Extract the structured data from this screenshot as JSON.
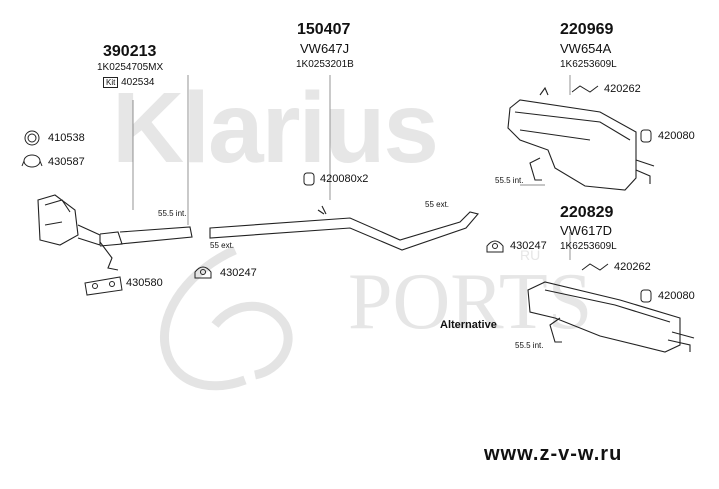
{
  "watermark": {
    "brand": "Klarius",
    "ports_text": "PORTS",
    "ru_text": "RU"
  },
  "assemblies": [
    {
      "number": "390213",
      "oem": "1K0254705MX",
      "kit_label": "Kit",
      "kit_number": "402534"
    },
    {
      "number": "150407",
      "code": "VW647J",
      "oem": "1K0253201B"
    },
    {
      "number": "220969",
      "code": "VW654A",
      "oem": "1K6253609L"
    },
    {
      "number": "220829",
      "code": "VW617D",
      "oem": "1K6253609L"
    }
  ],
  "parts": {
    "ring_410538": "410538",
    "clamp_430587": "430587",
    "gasket_430580": "430580",
    "mount_430247_a": "430247",
    "mount_430247_b": "430247",
    "clamp_420080x2": "420080x2",
    "hanger_420262_a": "420262",
    "hanger_420262_b": "420262",
    "clamp_420080_a": "420080",
    "clamp_420080_b": "420080"
  },
  "dimensions": {
    "d1": "55.5 int.",
    "d2": "55 ext.",
    "d3": "55 ext.",
    "d4": "55.5 int.",
    "d5": "55.5 int."
  },
  "alternative_label": "Alternative",
  "website": "www.z-v-w.ru"
}
